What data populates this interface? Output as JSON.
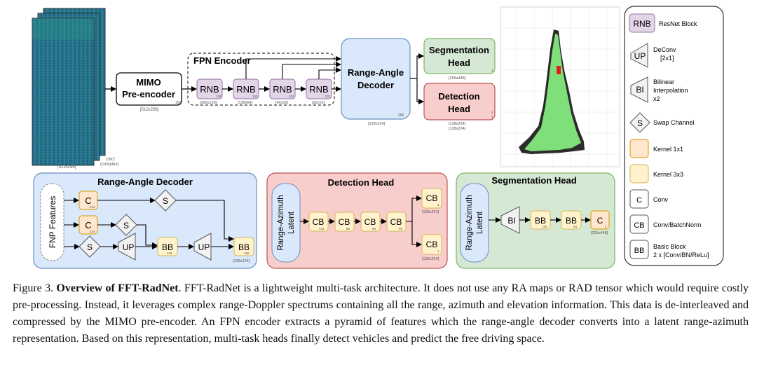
{
  "top": {
    "spectrum_dims": "[512x256]",
    "spectrum_channels": "16x2",
    "spectrum_complex": "(complex)",
    "mimo": {
      "line1": "MIMO",
      "line2": "Pre-encoder",
      "dims": "[512x256]",
      "channels": "192"
    },
    "fpn": {
      "title": "FPN Encoder",
      "blocks": [
        {
          "label": "RNB",
          "channels": "128",
          "dims": "[256x128]"
        },
        {
          "label": "RNB",
          "channels": "160",
          "dims": "[128x64]"
        },
        {
          "label": "RNB",
          "channels": "192",
          "dims": "[64x32]"
        },
        {
          "label": "RNB",
          "channels": "224",
          "dims": "[32x16]"
        }
      ]
    },
    "ra_decoder": {
      "line1": "Range-Angle",
      "line2": "Decoder",
      "channels": "256",
      "dims": "[128x224]"
    },
    "seg_head": {
      "line1": "Segmentation",
      "line2": "Head",
      "channels": "1",
      "dims": "[256x448]"
    },
    "det_head": {
      "line1": "Detection",
      "line2": "Head",
      "channels_a": "2",
      "channels_b": "1",
      "dims_a": "[128x224]",
      "dims_b": "[128x224]"
    }
  },
  "ra_panel": {
    "title": "Range-Angle Decoder",
    "input_label": "FNP Features",
    "c1": {
      "label": "C",
      "channels": "224"
    },
    "c2": {
      "label": "C",
      "channels": "224"
    },
    "s1": "S",
    "s2": "S",
    "s3": "S",
    "up1": "UP",
    "up2": "UP",
    "bb1": {
      "label": "BB",
      "channels": "128"
    },
    "bb2": {
      "label": "BB",
      "channels": "256",
      "dims": "[128x224]"
    }
  },
  "det_panel": {
    "title": "Detection Head",
    "latent_line1": "Range-Azimuth",
    "latent_line2": "Latent",
    "cbs": [
      {
        "label": "CB",
        "channels": "144"
      },
      {
        "label": "CB",
        "channels": "96"
      },
      {
        "label": "CB",
        "channels": "96"
      },
      {
        "label": "CB",
        "channels": "96"
      }
    ],
    "cb_top": {
      "label": "CB",
      "channels": "2",
      "dims": "[128x224]"
    },
    "cb_bottom": {
      "label": "CB",
      "channels": "1",
      "dims": "[128x224]"
    }
  },
  "seg_panel": {
    "title": "Segmentation  Head",
    "latent_line1": "Range-Azimuth",
    "latent_line2": "Latent",
    "bi": "BI",
    "bb1": {
      "label": "BB",
      "channels": "128"
    },
    "bb2": {
      "label": "BB",
      "channels": "64"
    },
    "c": {
      "label": "C",
      "channels": "1",
      "dims": "[256x448]"
    }
  },
  "legend": {
    "rnb": {
      "symbol": "RNB",
      "text": "ResNet Block"
    },
    "up": {
      "symbol": "UP",
      "line1": "DeConv",
      "line2": "[2x1]"
    },
    "bi": {
      "symbol": "BI",
      "line1": "Bilinear",
      "line2": "Interpolation",
      "line3": "x2"
    },
    "s": {
      "symbol": "S",
      "text": "Swap Channel"
    },
    "k1": {
      "text": "Kernel 1x1"
    },
    "k3": {
      "text": "Kernel 3x3"
    },
    "c": {
      "symbol": "C",
      "text": "Conv"
    },
    "cb": {
      "symbol": "CB",
      "text": "Conv/BatchNorm"
    },
    "bb": {
      "symbol": "BB",
      "line1": "Basic Block",
      "line2": "2 x [Conv/BN/ReLu]"
    }
  },
  "caption": {
    "label": "Figure 3.",
    "title": "Overview of FFT-RadNet",
    "body": ". FFT-RadNet  is a lightweight multi-task architecture. It does not use any RA maps or RAD tensor which would require costly pre-processing. Instead, it leverages complex range-Doppler spectrums containing all the range, azimuth and elevation information.  This data is de-interleaved and compressed by the MIMO pre-encoder.  An FPN encoder extracts a pyramid of features which the range-angle decoder converts into a latent range-azimuth representation. Based on this representation, multi-task heads finally detect vehicles and predict the free driving space."
  },
  "colors": {
    "rnb": "#e1d5e7",
    "rnb_stroke": "#9673a6",
    "k1": "#ffe6cc",
    "k1_stroke": "#d79b00",
    "k3": "#fff2cc",
    "k3_stroke": "#d6b656",
    "blue_panel": "#dae8fc",
    "blue_stroke": "#6c8ebf",
    "red_panel": "#f8cecc",
    "red_stroke": "#b85450",
    "green_panel": "#d5e8d4",
    "green_stroke": "#82b366"
  }
}
